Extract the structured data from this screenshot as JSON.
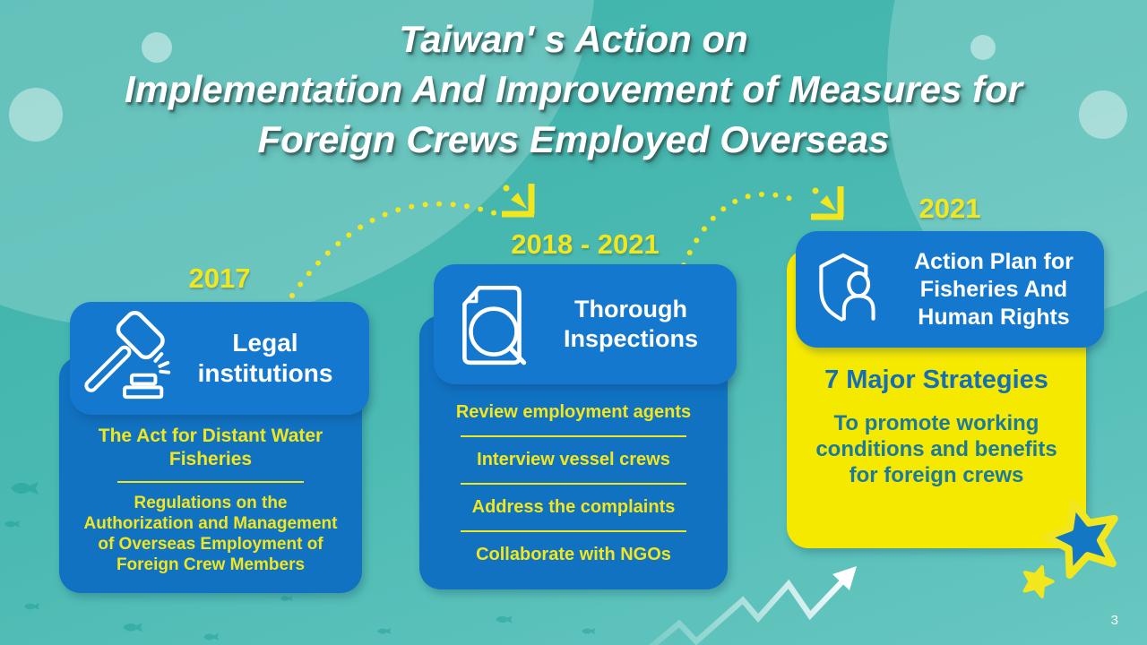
{
  "slide": {
    "title_lines": [
      "Taiwan' s Action on",
      "Implementation And Improvement of Measures for",
      "Foreign Crews Employed Overseas"
    ],
    "page_number": "3"
  },
  "timeline": [
    {
      "year": "2017",
      "header": {
        "icon": "gavel-icon",
        "title_lines": [
          "Legal",
          "institutions"
        ]
      },
      "body_items": [
        "The Act for Distant Water Fisheries",
        "Regulations on the Authorization and Management of Overseas Employment of Foreign Crew Members"
      ]
    },
    {
      "year": "2018 - 2021",
      "header": {
        "icon": "document-search-icon",
        "title_lines": [
          "Thorough",
          "Inspections"
        ]
      },
      "body_items": [
        "Review employment agents",
        "Interview vessel crews",
        "Address the complaints",
        "Collaborate with NGOs"
      ]
    },
    {
      "year": "2021",
      "header": {
        "icon": "shield-person-icon",
        "title_lines": [
          "Action Plan for",
          "Fisheries And",
          "Human Rights"
        ]
      },
      "strategies_title": "7 Major Strategies",
      "strategies_text": "To promote working conditions and benefits for foreign crews"
    }
  ],
  "colors": {
    "background_teal": "#45B8B0",
    "card_blue": "#1478CE",
    "card_blue_deep": "#1172C2",
    "accent_yellow": "#F2E71E",
    "yellow_card": "#F6E900",
    "strategies_blue": "#146FB8",
    "promote_text_teal": "#1B7A9B",
    "title_white": "#FFFFFF"
  },
  "decorations": {
    "icon_names": [
      "gavel-icon",
      "document-search-icon",
      "shield-person-icon",
      "star-icon",
      "small-star-icon",
      "growth-arrow-icon",
      "dotted-arc-arrow",
      "corner-arrow-icon",
      "fish-icon",
      "corner-blob",
      "bubble-circle"
    ]
  }
}
